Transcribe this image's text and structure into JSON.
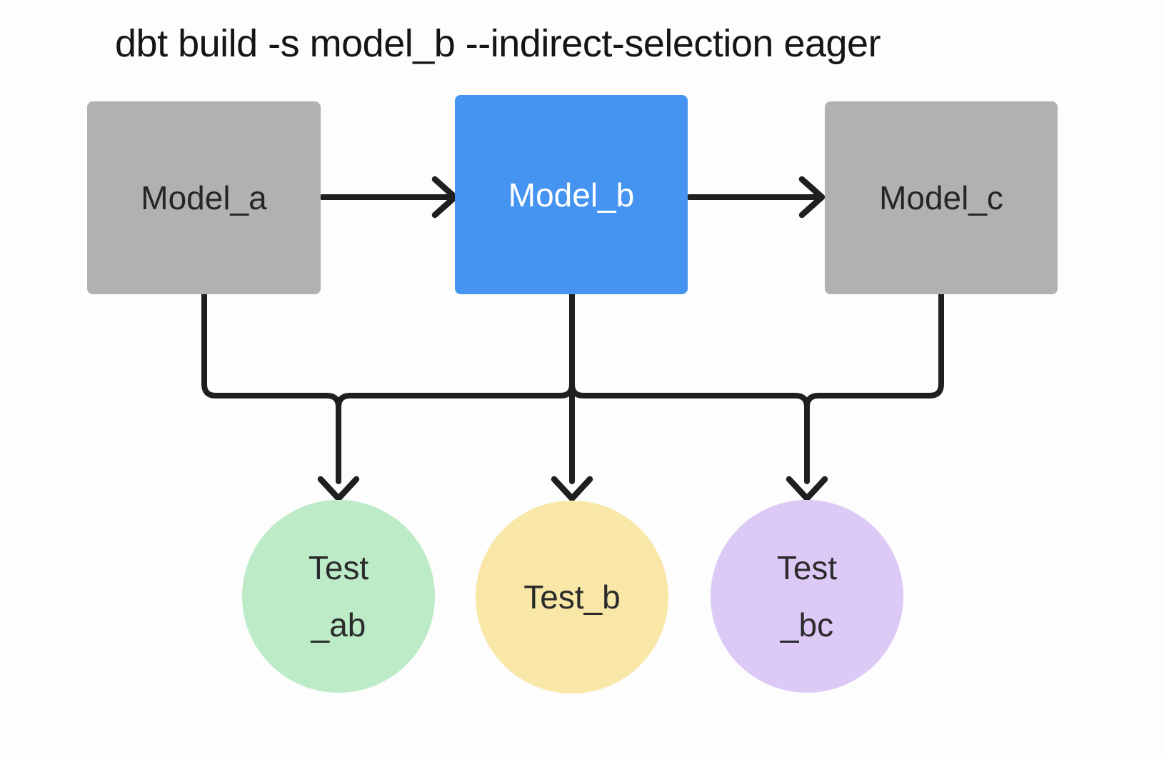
{
  "title": "dbt build -s model_b --indirect-selection eager",
  "colors": {
    "background": "#fdfdfd",
    "model_default_fill": "#b1b1b1",
    "model_selected_fill": "#4594f2",
    "test_ab_fill": "#bdebc8",
    "test_b_fill": "#f8e7a6",
    "test_bc_fill": "#ddc9f6",
    "edge": "#1f1f1f",
    "title_text": "#151515",
    "model_text_dark": "#262626",
    "model_text_light": "#ffffff",
    "test_text": "#2b2b2b"
  },
  "nodes": {
    "model_a": {
      "label": "Model_a",
      "kind": "model",
      "selected": false
    },
    "model_b": {
      "label": "Model_b",
      "kind": "model",
      "selected": true
    },
    "model_c": {
      "label": "Model_c",
      "kind": "model",
      "selected": false
    },
    "test_ab": {
      "line1": "Test",
      "line2": "_ab",
      "kind": "test"
    },
    "test_b": {
      "line1": "Test_b",
      "line2": "",
      "kind": "test"
    },
    "test_bc": {
      "line1": "Test",
      "line2": "_bc",
      "kind": "test"
    }
  },
  "edges": [
    {
      "from": "model_a",
      "to": "model_b"
    },
    {
      "from": "model_b",
      "to": "model_c"
    },
    {
      "from": "model_a",
      "to": "test_ab"
    },
    {
      "from": "model_b",
      "to": "test_ab"
    },
    {
      "from": "model_b",
      "to": "test_b"
    },
    {
      "from": "model_b",
      "to": "test_bc"
    },
    {
      "from": "model_c",
      "to": "test_bc"
    }
  ]
}
